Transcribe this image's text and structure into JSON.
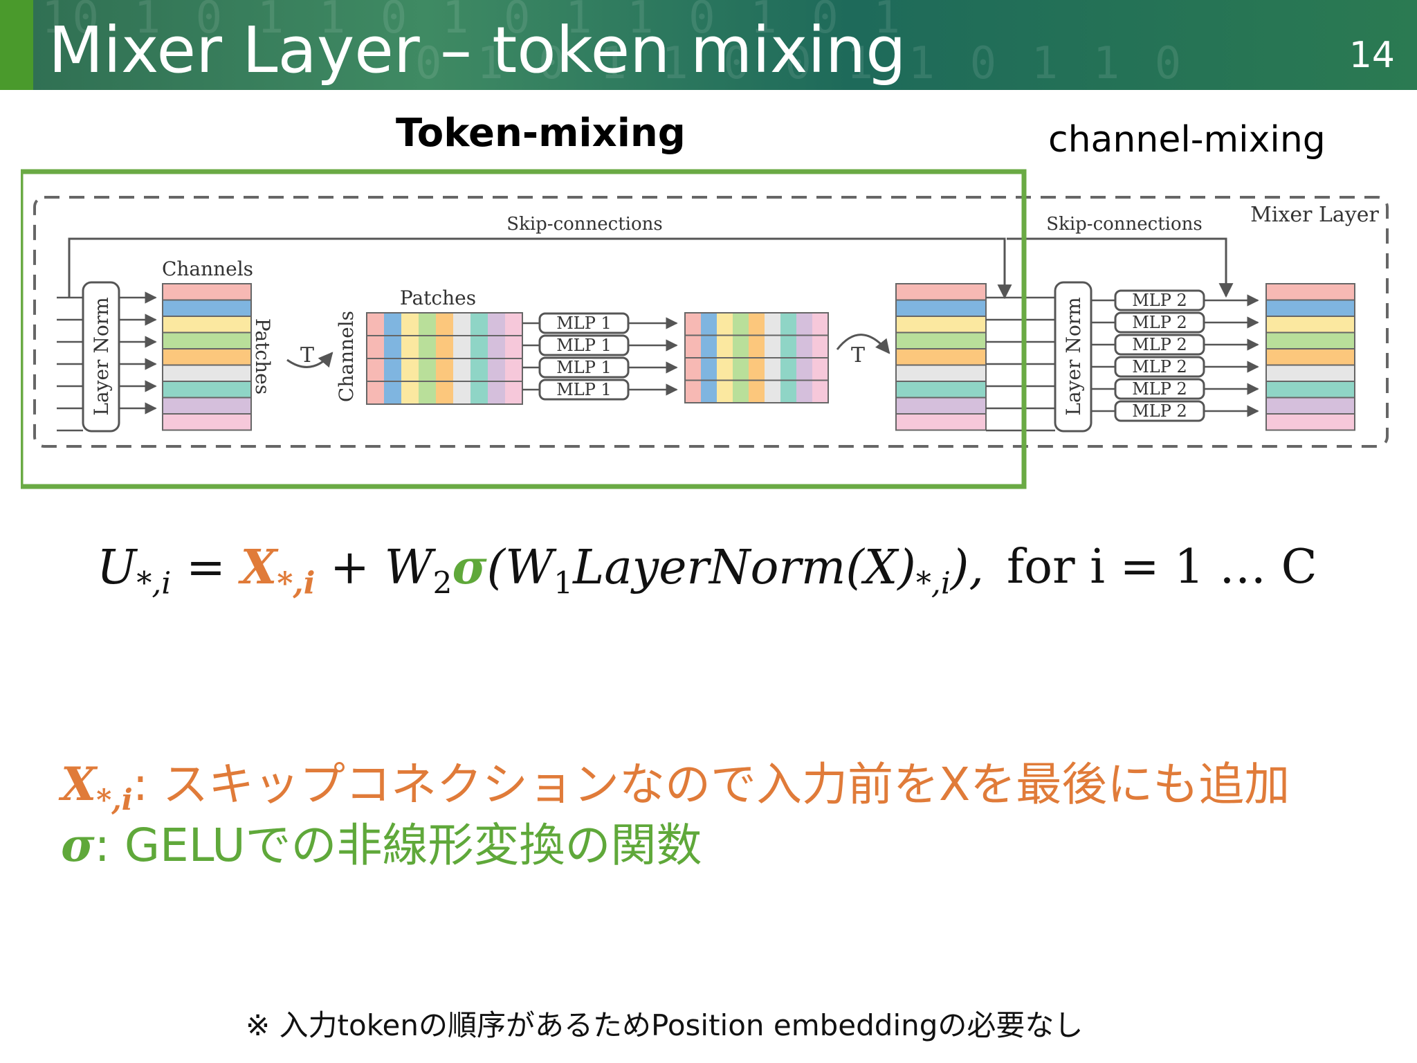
{
  "header": {
    "title": "Mixer Layer – token mixing",
    "page_number": "14",
    "deco_row1": "10 1 0 1 1 0 1 0 1 1 0 1 0 1",
    "deco_row2": "0 1 0 1 1 0 0 1 1 0 1 1 0"
  },
  "labels": {
    "token_mixing": "Token-mixing",
    "channel_mixing": "channel-mixing"
  },
  "diagram": {
    "skip_connections": "Skip-connections",
    "mixer_layer": "Mixer Layer",
    "layer_norm": "Layer Norm",
    "channels": "Channels",
    "patches": "Patches",
    "transpose": "T",
    "mlp1": "MLP 1",
    "mlp2": "MLP 2",
    "row_colors": [
      "#f7b9b4",
      "#7fb5e0",
      "#fbe8a0",
      "#b9df9a",
      "#fcc77c",
      "#e6e6e6",
      "#8fd5c6",
      "#d5bfdc",
      "#f6c8da"
    ],
    "highlight_color": "#6aaa44"
  },
  "equation": {
    "lhs": "U",
    "lhs_sub": "*,i",
    "eq": " = ",
    "x": "X",
    "x_sub": "*,i",
    "plus": " + W",
    "w2_sub": "2",
    "sigma": "σ",
    "open": "(W",
    "w1_sub": "1",
    "layernorm": "LayerNorm(X)",
    "ln_sub": "*,i",
    "close": "),",
    "for_clause": "for i = 1 … C"
  },
  "notes": {
    "x_symbol": "X",
    "x_sub": "*,i",
    "x_text": ": スキップコネクションなので入力前をXを最後にも追加",
    "sigma_symbol": "σ",
    "sigma_text": ": GELUでの非線形変換の関数"
  },
  "footnote": "※ 入力tokenの順序があるためPosition embeddingの必要なし"
}
